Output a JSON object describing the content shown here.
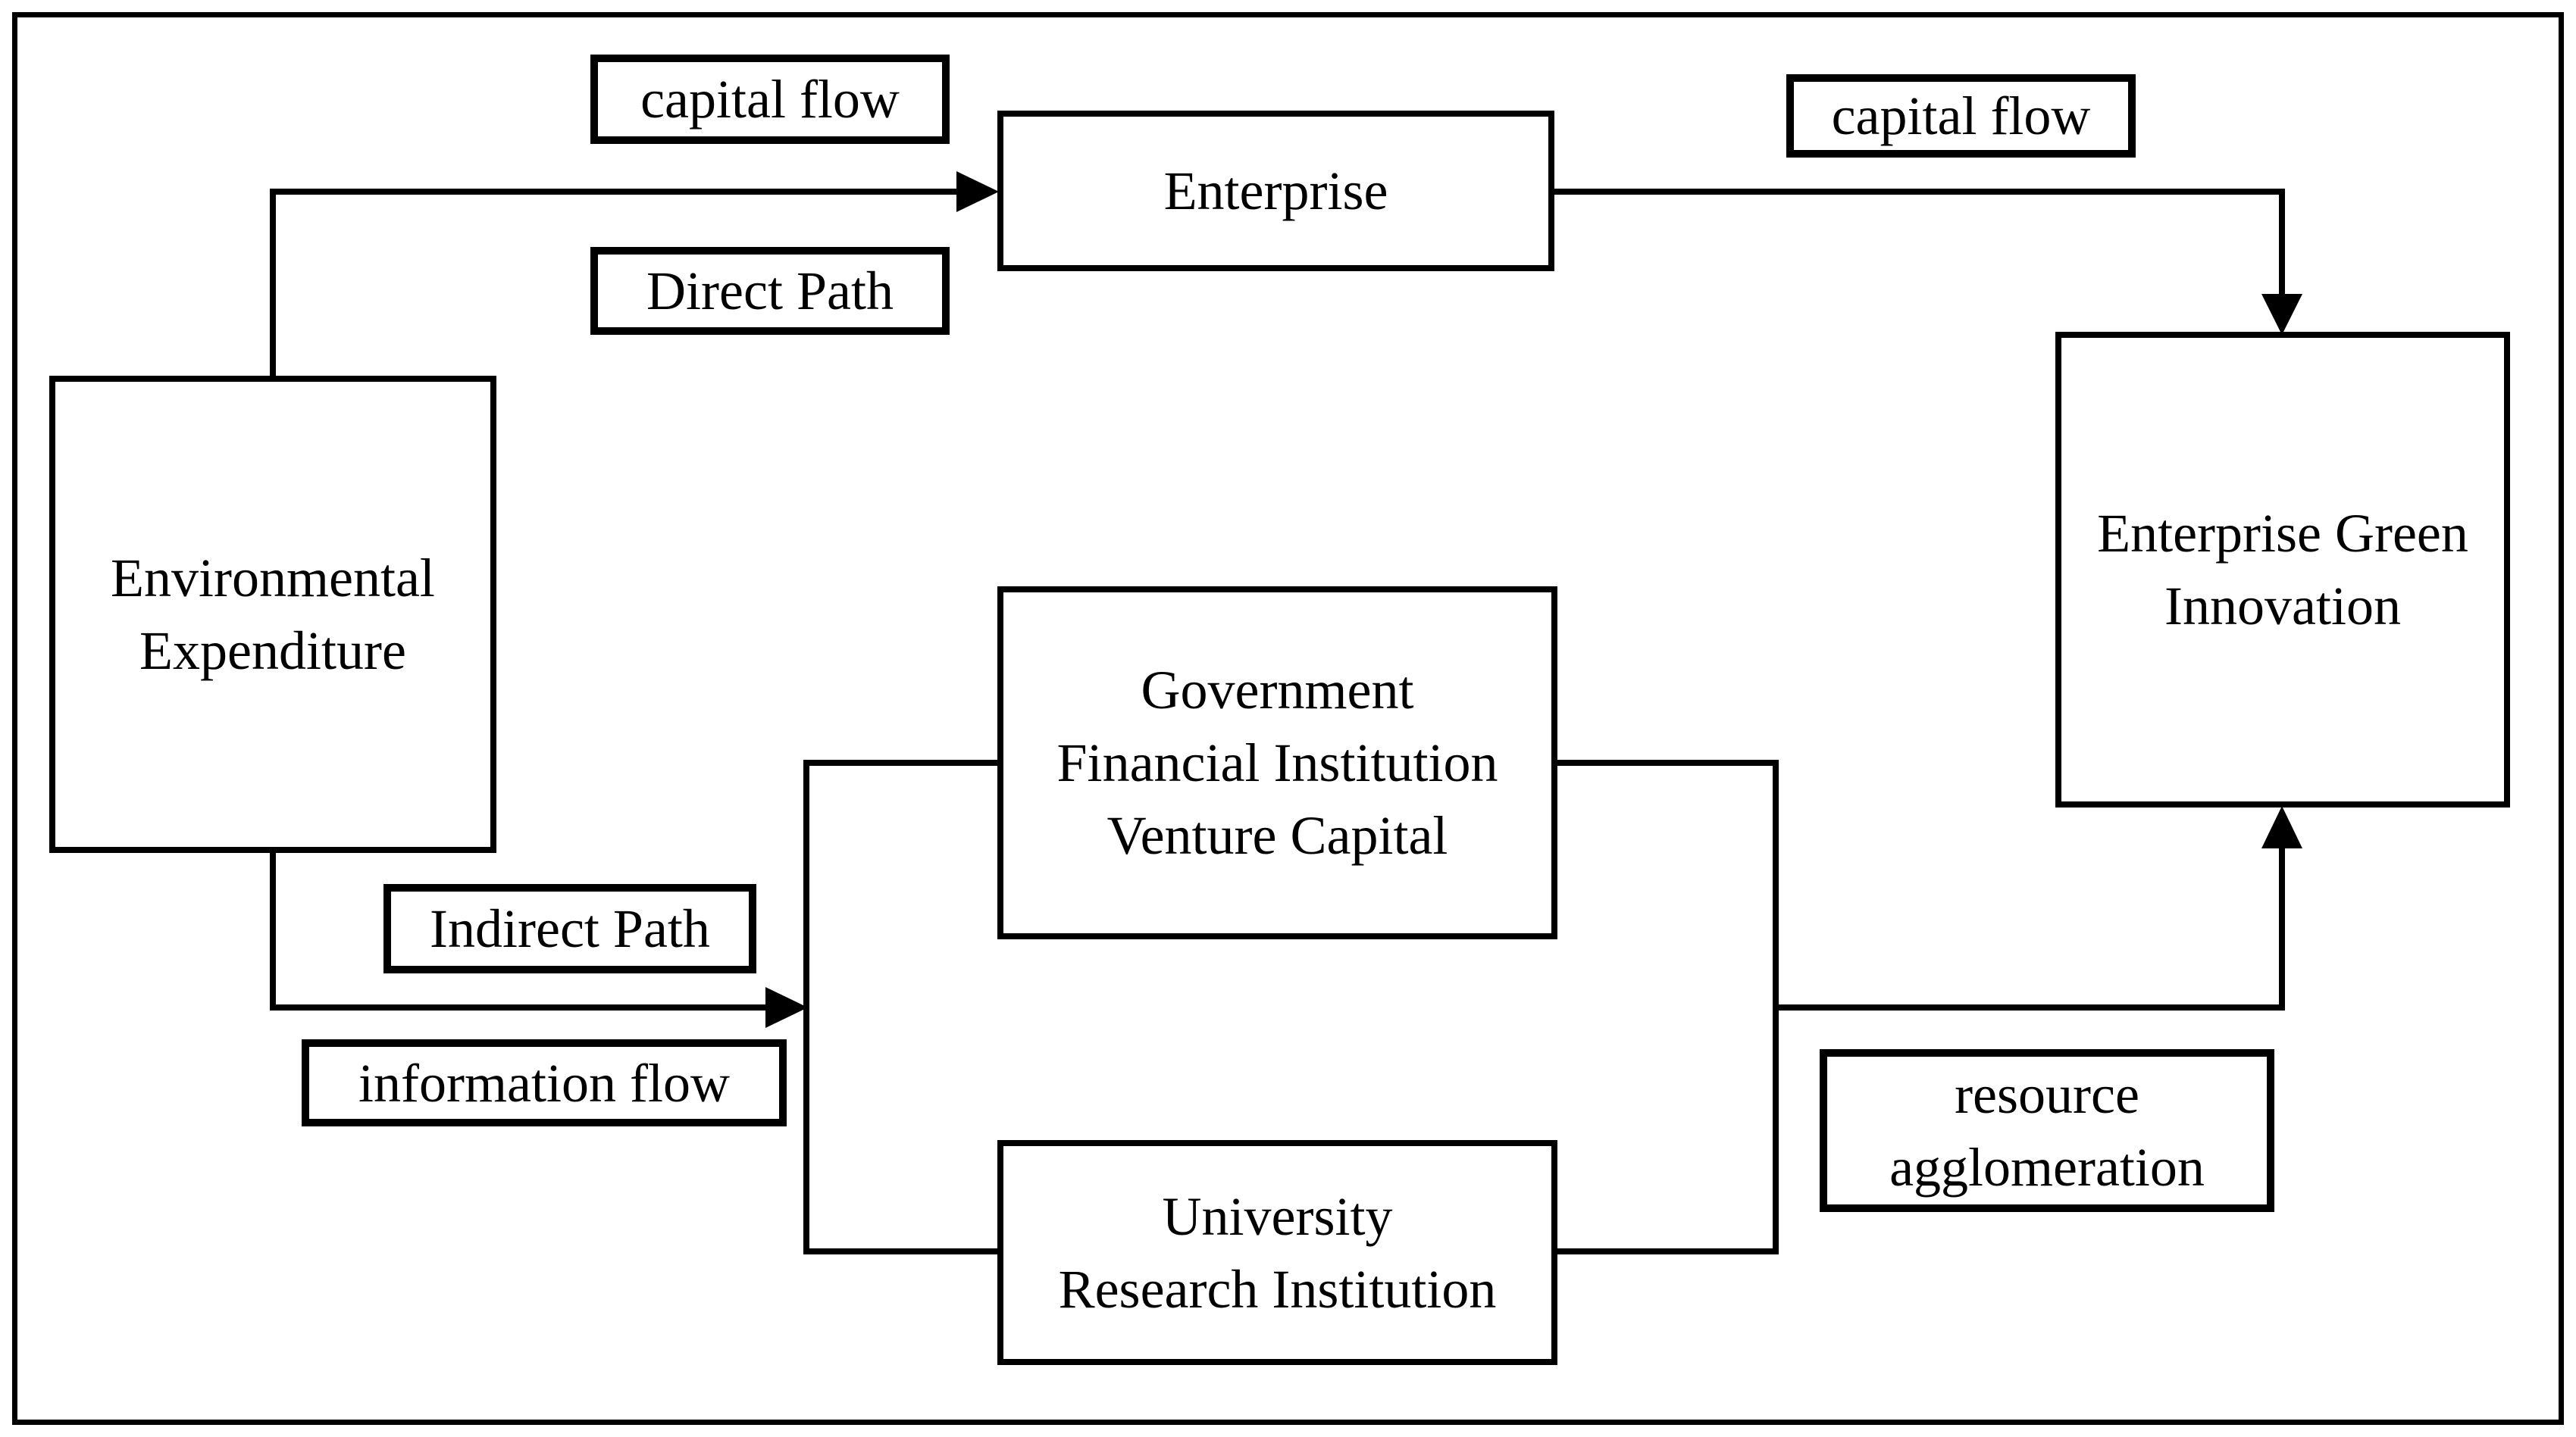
{
  "diagram": {
    "colors": {
      "background": "#ffffff",
      "stroke": "#000000",
      "text": "#000000"
    },
    "nodes": {
      "environmental_expenditure": {
        "lines": [
          "Environmental",
          "Expenditure"
        ]
      },
      "enterprise": {
        "lines": [
          "Enterprise"
        ]
      },
      "government_financial_venture": {
        "lines": [
          "Government",
          "Financial Institution",
          "Venture Capital"
        ]
      },
      "university_research": {
        "lines": [
          "University",
          "Research Institution"
        ]
      },
      "enterprise_green_innovation": {
        "lines": [
          "Enterprise Green",
          "Innovation"
        ]
      }
    },
    "labels": {
      "capital_flow_top_left": "capital flow",
      "direct_path": "Direct Path",
      "capital_flow_top_right": "capital flow",
      "indirect_path": "Indirect Path",
      "information_flow": "information flow",
      "resource_agglomeration": [
        "resource",
        "agglomeration"
      ]
    },
    "edges": [
      {
        "from": "Environmental Expenditure",
        "to": "Enterprise",
        "path": "Direct Path",
        "flow": "capital flow"
      },
      {
        "from": "Enterprise",
        "to": "Enterprise Green Innovation",
        "flow": "capital flow"
      },
      {
        "from": "Environmental Expenditure",
        "to": "Government, Financial Institution, Venture Capital / University, Research Institution",
        "path": "Indirect Path",
        "flow": "information flow"
      },
      {
        "from": "Government, Financial Institution, Venture Capital / University, Research Institution",
        "to": "Enterprise Green Innovation",
        "flow": "resource agglomeration"
      }
    ]
  }
}
